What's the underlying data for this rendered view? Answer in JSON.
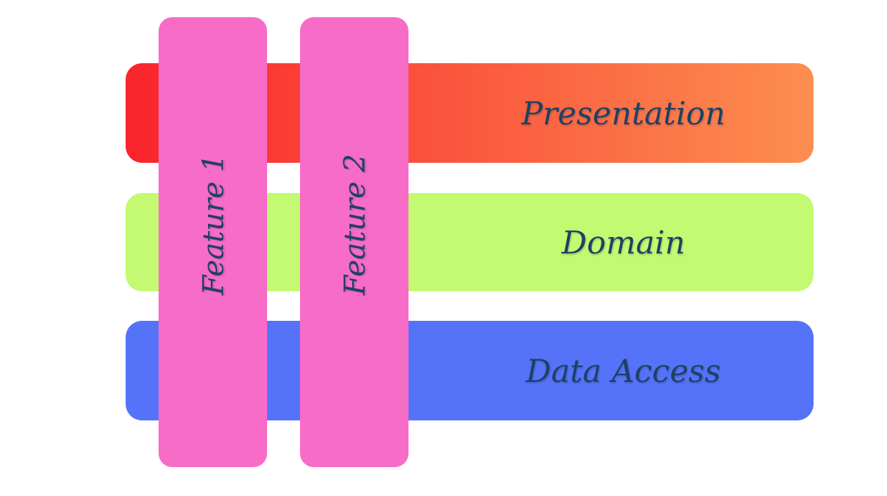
{
  "diagram": {
    "layers": [
      {
        "label": "Presentation",
        "gradient_start": "#f9242c",
        "gradient_end": "#fc8e50"
      },
      {
        "label": "Domain",
        "color": "#c3fa71"
      },
      {
        "label": "Data Access",
        "color": "#5573f9"
      }
    ],
    "features": [
      {
        "label": "Feature 1",
        "color": "#f76cc7"
      },
      {
        "label": "Feature 2",
        "color": "#f76cc7"
      }
    ],
    "text_color": "#1f4164",
    "background": "#ffffff"
  }
}
